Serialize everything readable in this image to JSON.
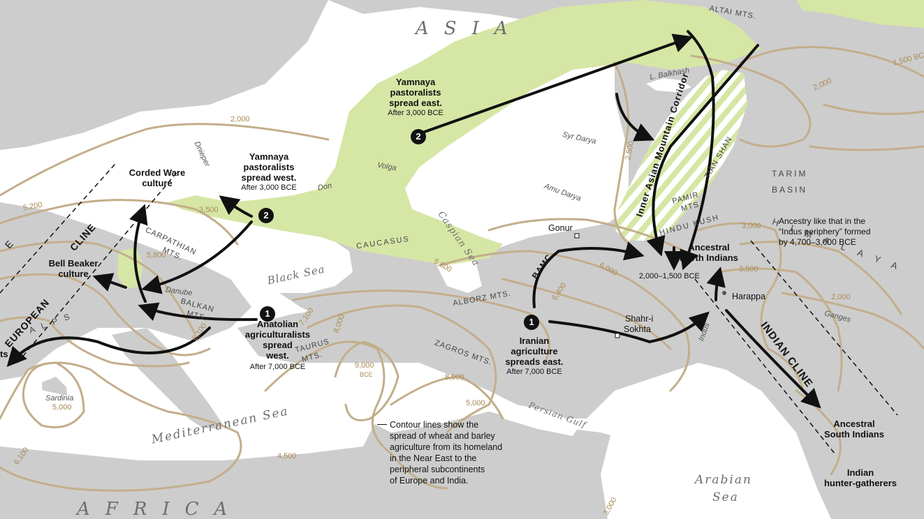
{
  "continents": {
    "asia": "ASIA",
    "africa": "AFRICA"
  },
  "seas": {
    "black": "Black Sea",
    "caspian": "Caspian Sea",
    "mediterranean": "Mediterranean Sea",
    "persian_gulf": "Persian Gulf",
    "arabian_1": "Arabian",
    "arabian_2": "Sea",
    "balkhash": "L. Balkhash"
  },
  "rivers": {
    "dnieper": "Dnieper",
    "don": "Don",
    "volga": "Volga",
    "danube": "Danube",
    "syr_darya": "Syr Darya",
    "amu_darya": "Amu Darya",
    "indus": "Indus",
    "ganges": "Ganges"
  },
  "mountains": {
    "altai": "ALTAI MTS.",
    "carpathian_1": "CARPATHIAN",
    "carpathian_2": "MTS.",
    "balkan_1": "BALKAN",
    "balkan_2": "MTS.",
    "alps": "ALPS",
    "caucasus": "CAUCASUS",
    "alborz": "ALBORZ MTS.",
    "zagros": "ZAGROS MTS.",
    "taurus_1": "TAURUS",
    "taurus_2": "MTS.",
    "pamir_1": "PAMIR",
    "pamir_2": "MTS.",
    "hindu_kush": "HINDU KUSH",
    "tian_shan": "TIAN SHAN",
    "himalaya": "HIMALAYA"
  },
  "regions": {
    "tarim_1": "TARIM",
    "tarim_2": "BASIN",
    "inner_asian_corridor": "Inner Asian Mountain Corridor",
    "bamc": "BAMC",
    "european_cline_1": "EUROPEAN",
    "european_cline_2": "CLINE",
    "european_cline_fragment": "E",
    "indian_cline": "INDIAN CLINE"
  },
  "places": {
    "gonur": "Gonur",
    "shahr_1": "Shahr-i",
    "shahr_2": "Sokhta",
    "harappa": "Harappa",
    "sardinia": "Sardinia",
    "ts": "ts"
  },
  "migrations": {
    "yamnaya_east": {
      "badge": "2",
      "line1": "Yamnaya",
      "line2": "pastoralists",
      "line3": "spread east.",
      "date": "After 3,000 BCE"
    },
    "yamnaya_west": {
      "badge": "2",
      "line1": "Yamnaya",
      "line2": "pastoralists",
      "line3": "spread west.",
      "date": "After 3,000 BCE"
    },
    "anatolian": {
      "badge": "1",
      "line1": "Anatolian",
      "line2": "agriculturalists",
      "line3": "spread",
      "line4": "west.",
      "date": "After 7,000 BCE"
    },
    "iranian": {
      "badge": "1",
      "line1": "Iranian",
      "line2": "agriculture",
      "line3": "spreads east.",
      "date": "After 7,000 BCE"
    }
  },
  "cultures": {
    "corded_1": "Corded Ware",
    "corded_2": "culture",
    "bell_1": "Bell Beaker",
    "bell_2": "culture",
    "ani_1": "Ancestral",
    "ani_2": "North Indians",
    "ani_date": "2,000–1,500 BCE",
    "asi_1": "Ancestral",
    "asi_2": "South Indians",
    "ihg_1": "Indian",
    "ihg_2": "hunter-gatherers"
  },
  "contour_labels": {
    "c2000_eu": "2,000",
    "c3500": "3,500",
    "c5200": "5,200",
    "c5800": "5,800",
    "c6100_a": "6,100",
    "c7100": "7,100",
    "c8000_a": "8,000",
    "c9000": "9,000",
    "bce": "BCE",
    "c8000_b": "8,000",
    "c5000_a": "5,000",
    "c5000_sard": "5,000",
    "c6100_b": "6,100",
    "c4500": "4,500",
    "c5800_b": "5,800",
    "c6400": "6,400",
    "c6000": "6,000",
    "c2500": "2,500",
    "c2000_tr": "2,000",
    "c1500": "1,500 BCE",
    "c3000_a": "3,000",
    "c3500_b": "3,500",
    "c2000_c": "2,000",
    "c3000_b": "3,000"
  },
  "notes": {
    "indus_periphery": "Ancestry like that in the\n“Indus periphery” formed\nby 4,700–3,000 BCE",
    "contour_note": "Contour lines show the\nspread of wheat and barley\nagriculture from its homeland\nin the Near East to the\nperipheral subcontinents\nof Europe and India."
  },
  "colors": {
    "land": "#cdcdcd",
    "water": "#ffffff",
    "steppe": "#d6e6a5",
    "contour": "#c3ae8b",
    "arrow": "#111111"
  }
}
